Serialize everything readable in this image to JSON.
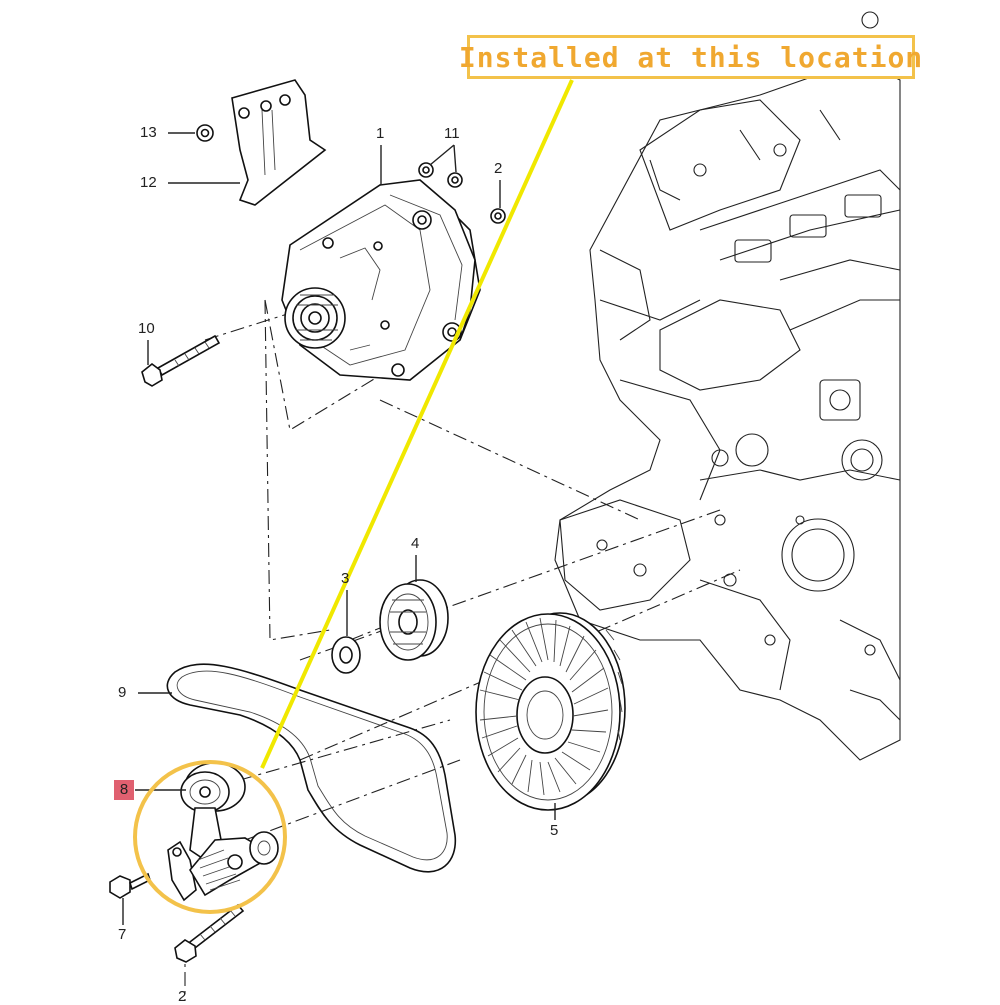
{
  "callout": {
    "text": "Installed at this location",
    "color": "#f0a830",
    "border_color": "#f3c24a",
    "pointer_line_color": "#f0e800"
  },
  "highlight": {
    "part_number": "8",
    "circle_color": "#f3c24a",
    "label_bg": "#e06070"
  },
  "part_labels": {
    "p1": "1",
    "p2a": "2",
    "p2b": "2",
    "p3": "3",
    "p4": "4",
    "p5": "5",
    "p7": "7",
    "p9": "9",
    "p10": "10",
    "p11": "11",
    "p12": "12",
    "p13": "13"
  },
  "icons": [
    "alternator-icon",
    "idler-pulley-icon",
    "crankshaft-pulley-icon",
    "belt-tensioner-icon",
    "serpentine-belt-icon",
    "bolt-icon",
    "washer-icon",
    "engine-block-icon",
    "heat-shield-bracket-icon"
  ]
}
